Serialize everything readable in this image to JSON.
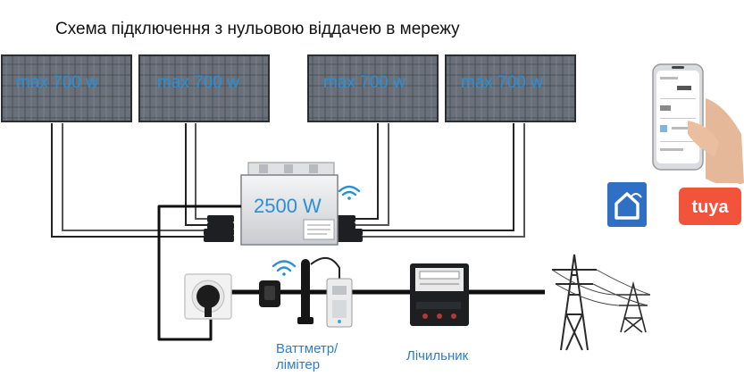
{
  "title": "Схема підключення з нульовою віддачею в мережу",
  "panels": [
    {
      "label": "max 700 w"
    },
    {
      "label": "max 700 w"
    },
    {
      "label": "max 700 w"
    },
    {
      "label": "max 700 w"
    }
  ],
  "inverter": {
    "label": "2500 W"
  },
  "captions": {
    "wattmeter_line1": "Ваттметр/",
    "wattmeter_line2": "лімітер",
    "meter": "Лічильник"
  },
  "apps": {
    "tuya": "tuya"
  },
  "colors": {
    "label_blue": "#2b8fd6",
    "panel_dark": "#3b3f45",
    "tuya_orange": "#f2543b",
    "smartlife_blue": "#2f6fc4"
  },
  "icons": [
    "wifi-icon",
    "wall-socket-icon",
    "clamp-icon",
    "antenna-icon",
    "limiter-icon",
    "electricity-meter-icon",
    "power-tower-icon",
    "phone-icon",
    "smart-home-app-icon",
    "tuya-app-icon"
  ]
}
